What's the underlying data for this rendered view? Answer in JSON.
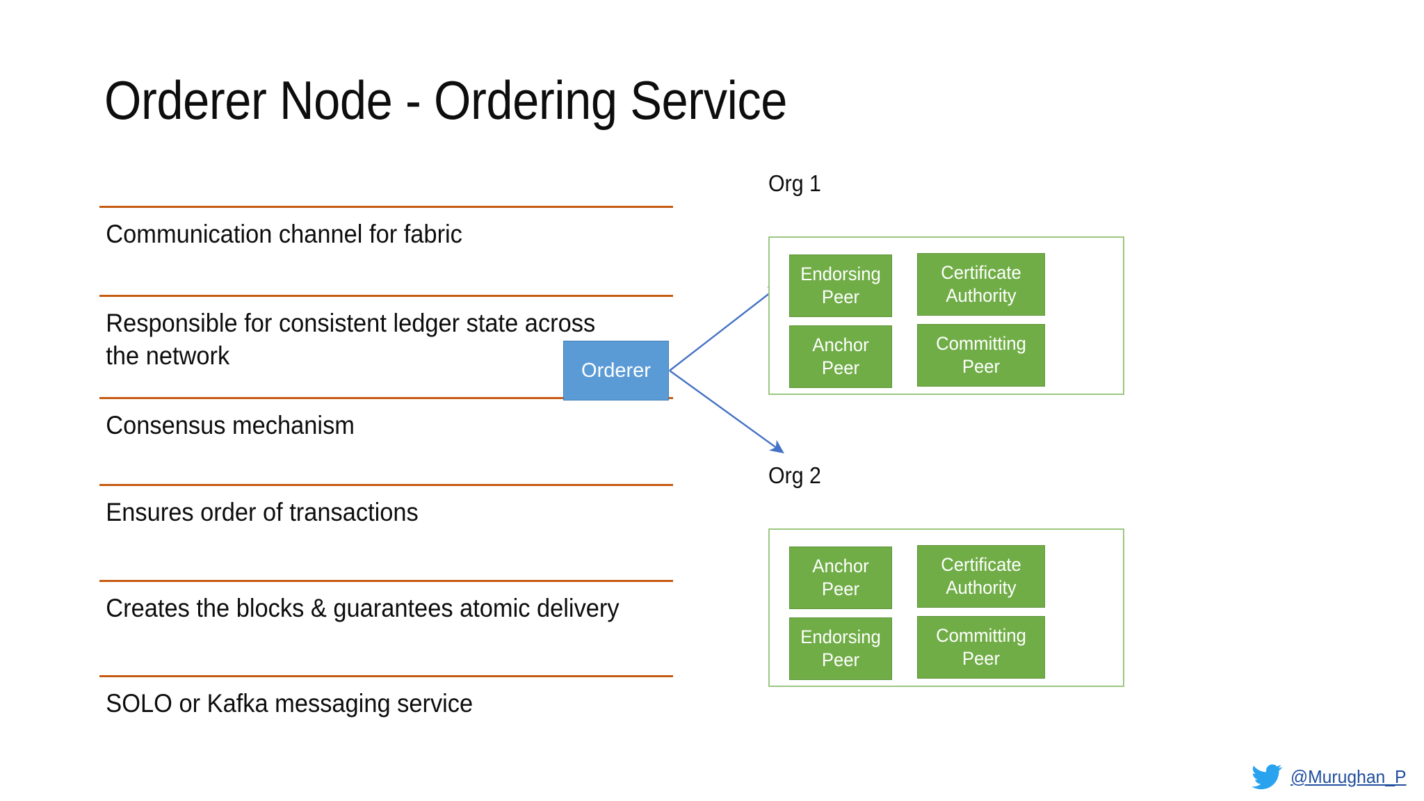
{
  "slide": {
    "title": "Orderer Node - Ordering Service",
    "accent_color": "#C55A11",
    "peer_color": "#70AD47",
    "orderer_color": "#5B9BD5",
    "org_border_color": "#9CC681",
    "arrow_color": "#4472C4"
  },
  "bullets": [
    {
      "text": "Communication channel for fabric"
    },
    {
      "text": "Responsible for consistent ledger state across the network"
    },
    {
      "text": "Consensus mechanism"
    },
    {
      "text": "Ensures order of transactions"
    },
    {
      "text": "Creates the blocks & guarantees atomic delivery"
    },
    {
      "text": "SOLO or Kafka messaging service"
    }
  ],
  "diagram": {
    "orderer": {
      "label": "Orderer"
    },
    "orgs": [
      {
        "label": "Org 1",
        "boxes": [
          {
            "position": "top-left",
            "label": "Endorsing Peer"
          },
          {
            "position": "top-right",
            "label": "Certificate Authority"
          },
          {
            "position": "bottom-left",
            "label": "Anchor Peer"
          },
          {
            "position": "bottom-right",
            "label": "Committing Peer"
          }
        ]
      },
      {
        "label": "Org 2",
        "boxes": [
          {
            "position": "top-left",
            "label": "Anchor Peer"
          },
          {
            "position": "top-right",
            "label": "Certificate Authority"
          },
          {
            "position": "bottom-left",
            "label": "Endorsing Peer"
          },
          {
            "position": "bottom-right",
            "label": "Committing Peer"
          }
        ]
      }
    ]
  },
  "footer": {
    "twitter_handle": "@Murughan_P",
    "twitter_icon_color": "#2AA3EF",
    "link_color": "#1F4E9C"
  }
}
